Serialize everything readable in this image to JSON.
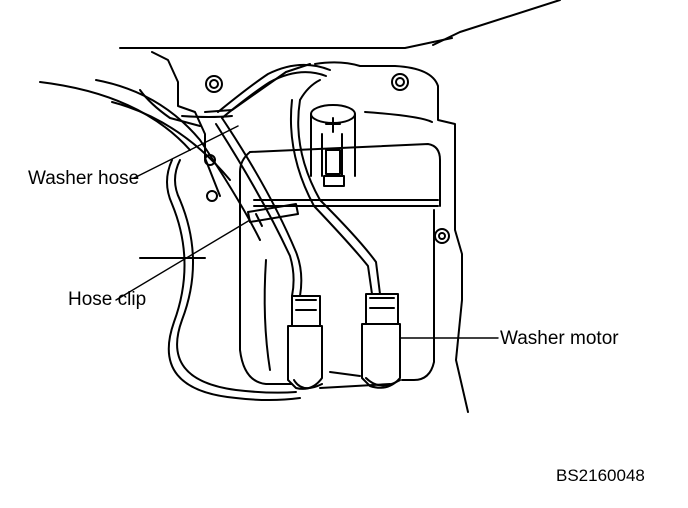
{
  "labels": {
    "washer_hose": "Washer hose",
    "hose_clip": "Hose clip",
    "washer_motor": "Washer motor"
  },
  "figure_code": "BS2160048",
  "colors": {
    "line": "#000000",
    "background": "#ffffff"
  }
}
